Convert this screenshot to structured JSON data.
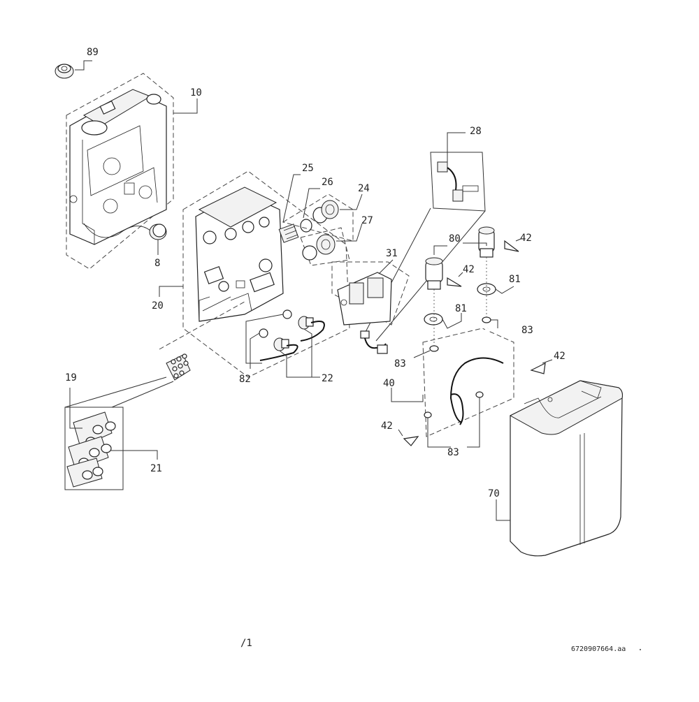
{
  "labels": {
    "p89": "89",
    "p10": "10",
    "p8": "8",
    "p20": "20",
    "p25": "25",
    "p26": "26",
    "p24": "24",
    "p27": "27",
    "p28": "28",
    "p31": "31",
    "p80": "80",
    "p42a": "42",
    "p42b": "42",
    "p81a": "81",
    "p81b": "81",
    "p83a": "83",
    "p83b": "83",
    "p83c": "83",
    "p42c": "42",
    "p40": "40",
    "p42d": "42",
    "p82": "82",
    "p22": "22",
    "p19": "19",
    "p21": "21",
    "p70": "70"
  },
  "footer": {
    "page": "/1",
    "drawing_code": "6720907664.aa"
  }
}
